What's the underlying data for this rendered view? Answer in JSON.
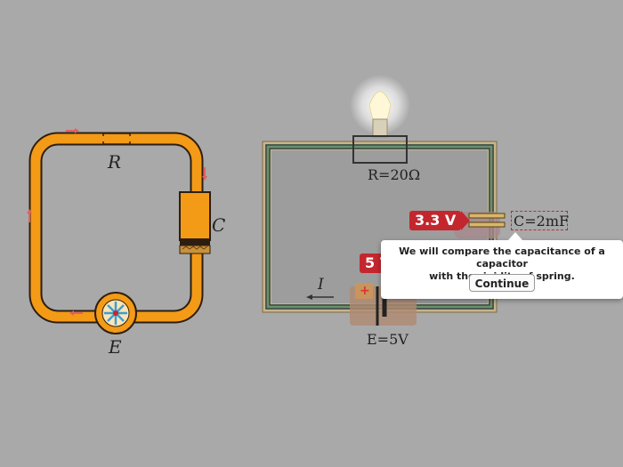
{
  "simple_circuit": {
    "resistor_label": "R",
    "capacitor_label": "C",
    "battery_label": "E"
  },
  "detailed_circuit": {
    "resistance_label": "R=20Ω",
    "capacitance_label": "C=2mF",
    "emf_label": "E=5V",
    "current_label": "I",
    "capacitor_voltage_badge": "3.3 V",
    "battery_voltage_badge": "5 V"
  },
  "popup": {
    "message_line1": "We will compare the capacitance of a capacitor",
    "message_line2": "with the rigidity of spring.",
    "continue_label": "Continue"
  },
  "colors": {
    "background": "#a9a9a9",
    "wire_orange": "#f39a17",
    "badge_red": "#c4262e",
    "arrow_red": "#e06060"
  }
}
